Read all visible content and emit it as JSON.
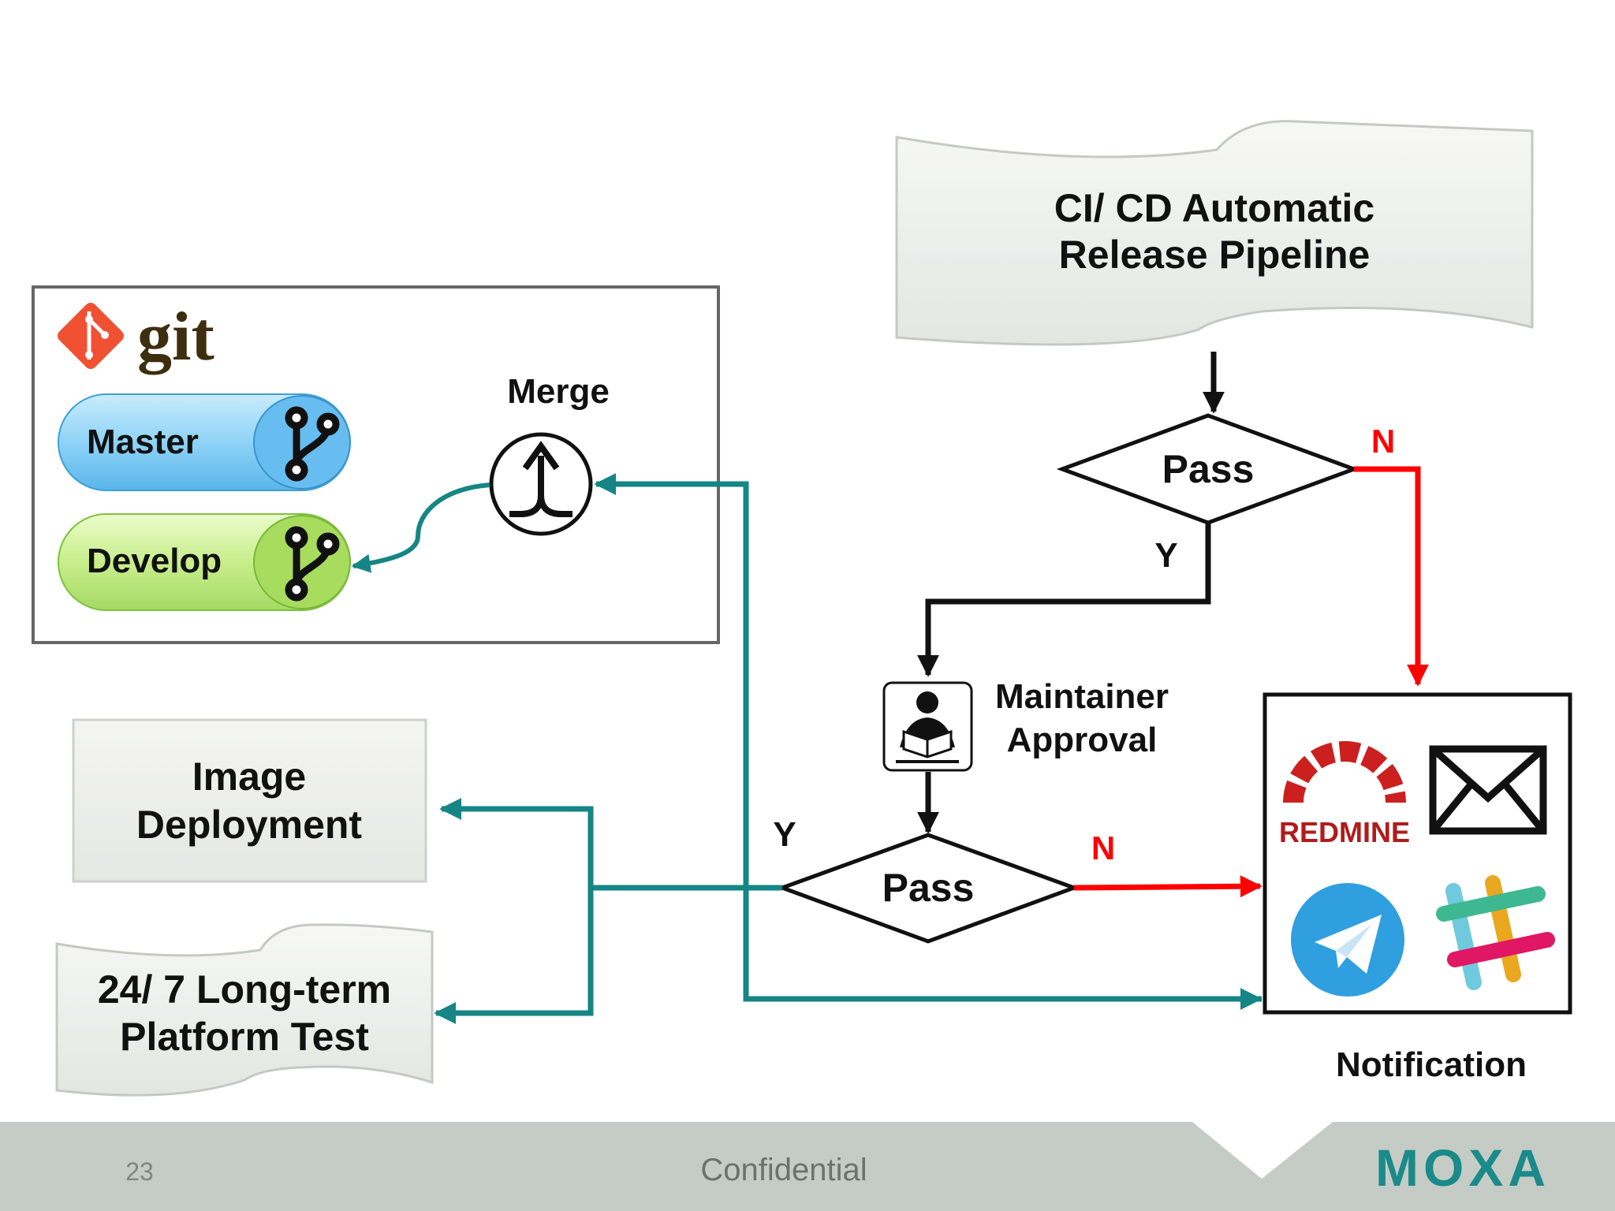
{
  "slide": {
    "page_number": "23",
    "footer_text": "Confidential",
    "brand_logo": "MOXA"
  },
  "git": {
    "logo_text": "git",
    "branches": {
      "master": "Master",
      "develop": "Develop"
    },
    "merge_label": "Merge"
  },
  "pipeline": {
    "title_line1": "CI/ CD Automatic",
    "title_line2": "Release Pipeline",
    "pass1_label": "Pass",
    "pass2_label": "Pass",
    "yes_label": "Y",
    "no_label": "N",
    "approval_line1": "Maintainer",
    "approval_line2": "Approval"
  },
  "targets": {
    "image_line1": "Image",
    "image_line2": "Deployment",
    "test_line1": "24/ 7 Long-term",
    "test_line2": "Platform Test"
  },
  "notification": {
    "label": "Notification",
    "redmine_text": "REDMINE"
  },
  "colors": {
    "teal": "#158585",
    "red": "#ff0000",
    "black": "#111111",
    "master_blue": "#8fd0f5",
    "develop_green": "#c9ee8e",
    "git_orange": "#f05133",
    "moxa_teal": "#1a8a8a",
    "footer_gray": "#c5ccc6"
  }
}
